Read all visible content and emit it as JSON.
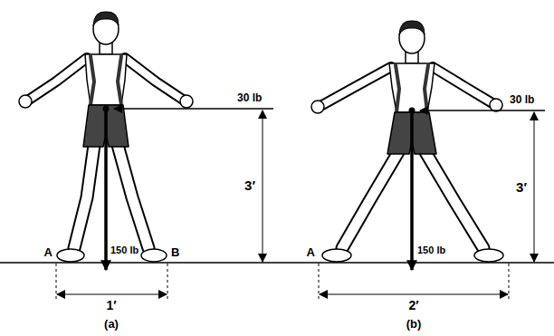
{
  "diagram": {
    "labels": [
      "30 lb",
      "3′",
      "A",
      "150 lb",
      "B",
      "1′",
      "(a)",
      "30 lb",
      "3′",
      "A",
      "150 lb",
      "2′",
      "(b)"
    ]
  }
}
